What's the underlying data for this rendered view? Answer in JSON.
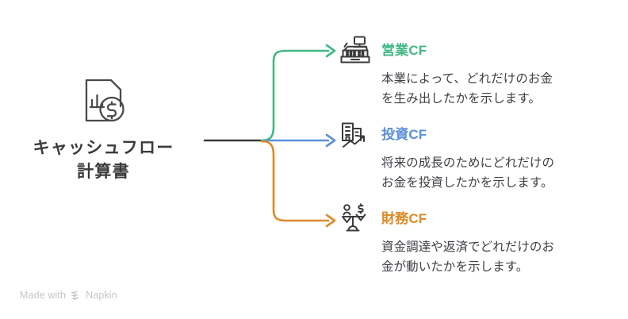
{
  "diagram": {
    "type": "mind-map",
    "root": {
      "title": "キャッシュフロー\n計算書",
      "icon": "document-chart-dollar-icon",
      "title_color": "#3b3b3b"
    },
    "branches": [
      {
        "id": "operating-cf",
        "label": "営業CF",
        "description": "本業によって、どれだけのお金\nを生み出したかを示します。",
        "color": "#41b883",
        "icon": "cash-register-icon",
        "arrow": "arrow-right-icon"
      },
      {
        "id": "investing-cf",
        "label": "投資CF",
        "description": "将来の成長のためにどれだけの\nお金を投資したかを示します。",
        "color": "#5b8fd9",
        "icon": "building-growth-arrow-icon",
        "arrow": "arrow-right-icon"
      },
      {
        "id": "financing-cf",
        "label": "財務CF",
        "description": "資金調達や返済でどれだけのお\n金が動いたかを示します。",
        "color": "#dd8a28",
        "icon": "balance-scale-person-money-icon",
        "arrow": "arrow-right-icon"
      }
    ],
    "trunk_color": "#3b3b3b",
    "body_text_color": "#3f4046"
  },
  "footer": {
    "made_with_text": "Made with",
    "brand": "Napkin",
    "logo_icon": "napkin-logo-icon",
    "color": "#c6c6c6"
  }
}
